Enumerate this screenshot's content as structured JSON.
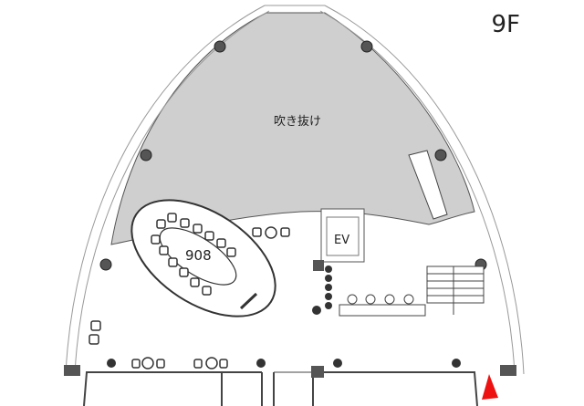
{
  "floor_label": "9F",
  "areas": {
    "atrium": "吹き抜け",
    "meeting_room": "908",
    "elevator": "EV"
  },
  "colors": {
    "atrium_fill": "#cfcfcf",
    "wall": "#444444",
    "marker": "#ee1111"
  }
}
